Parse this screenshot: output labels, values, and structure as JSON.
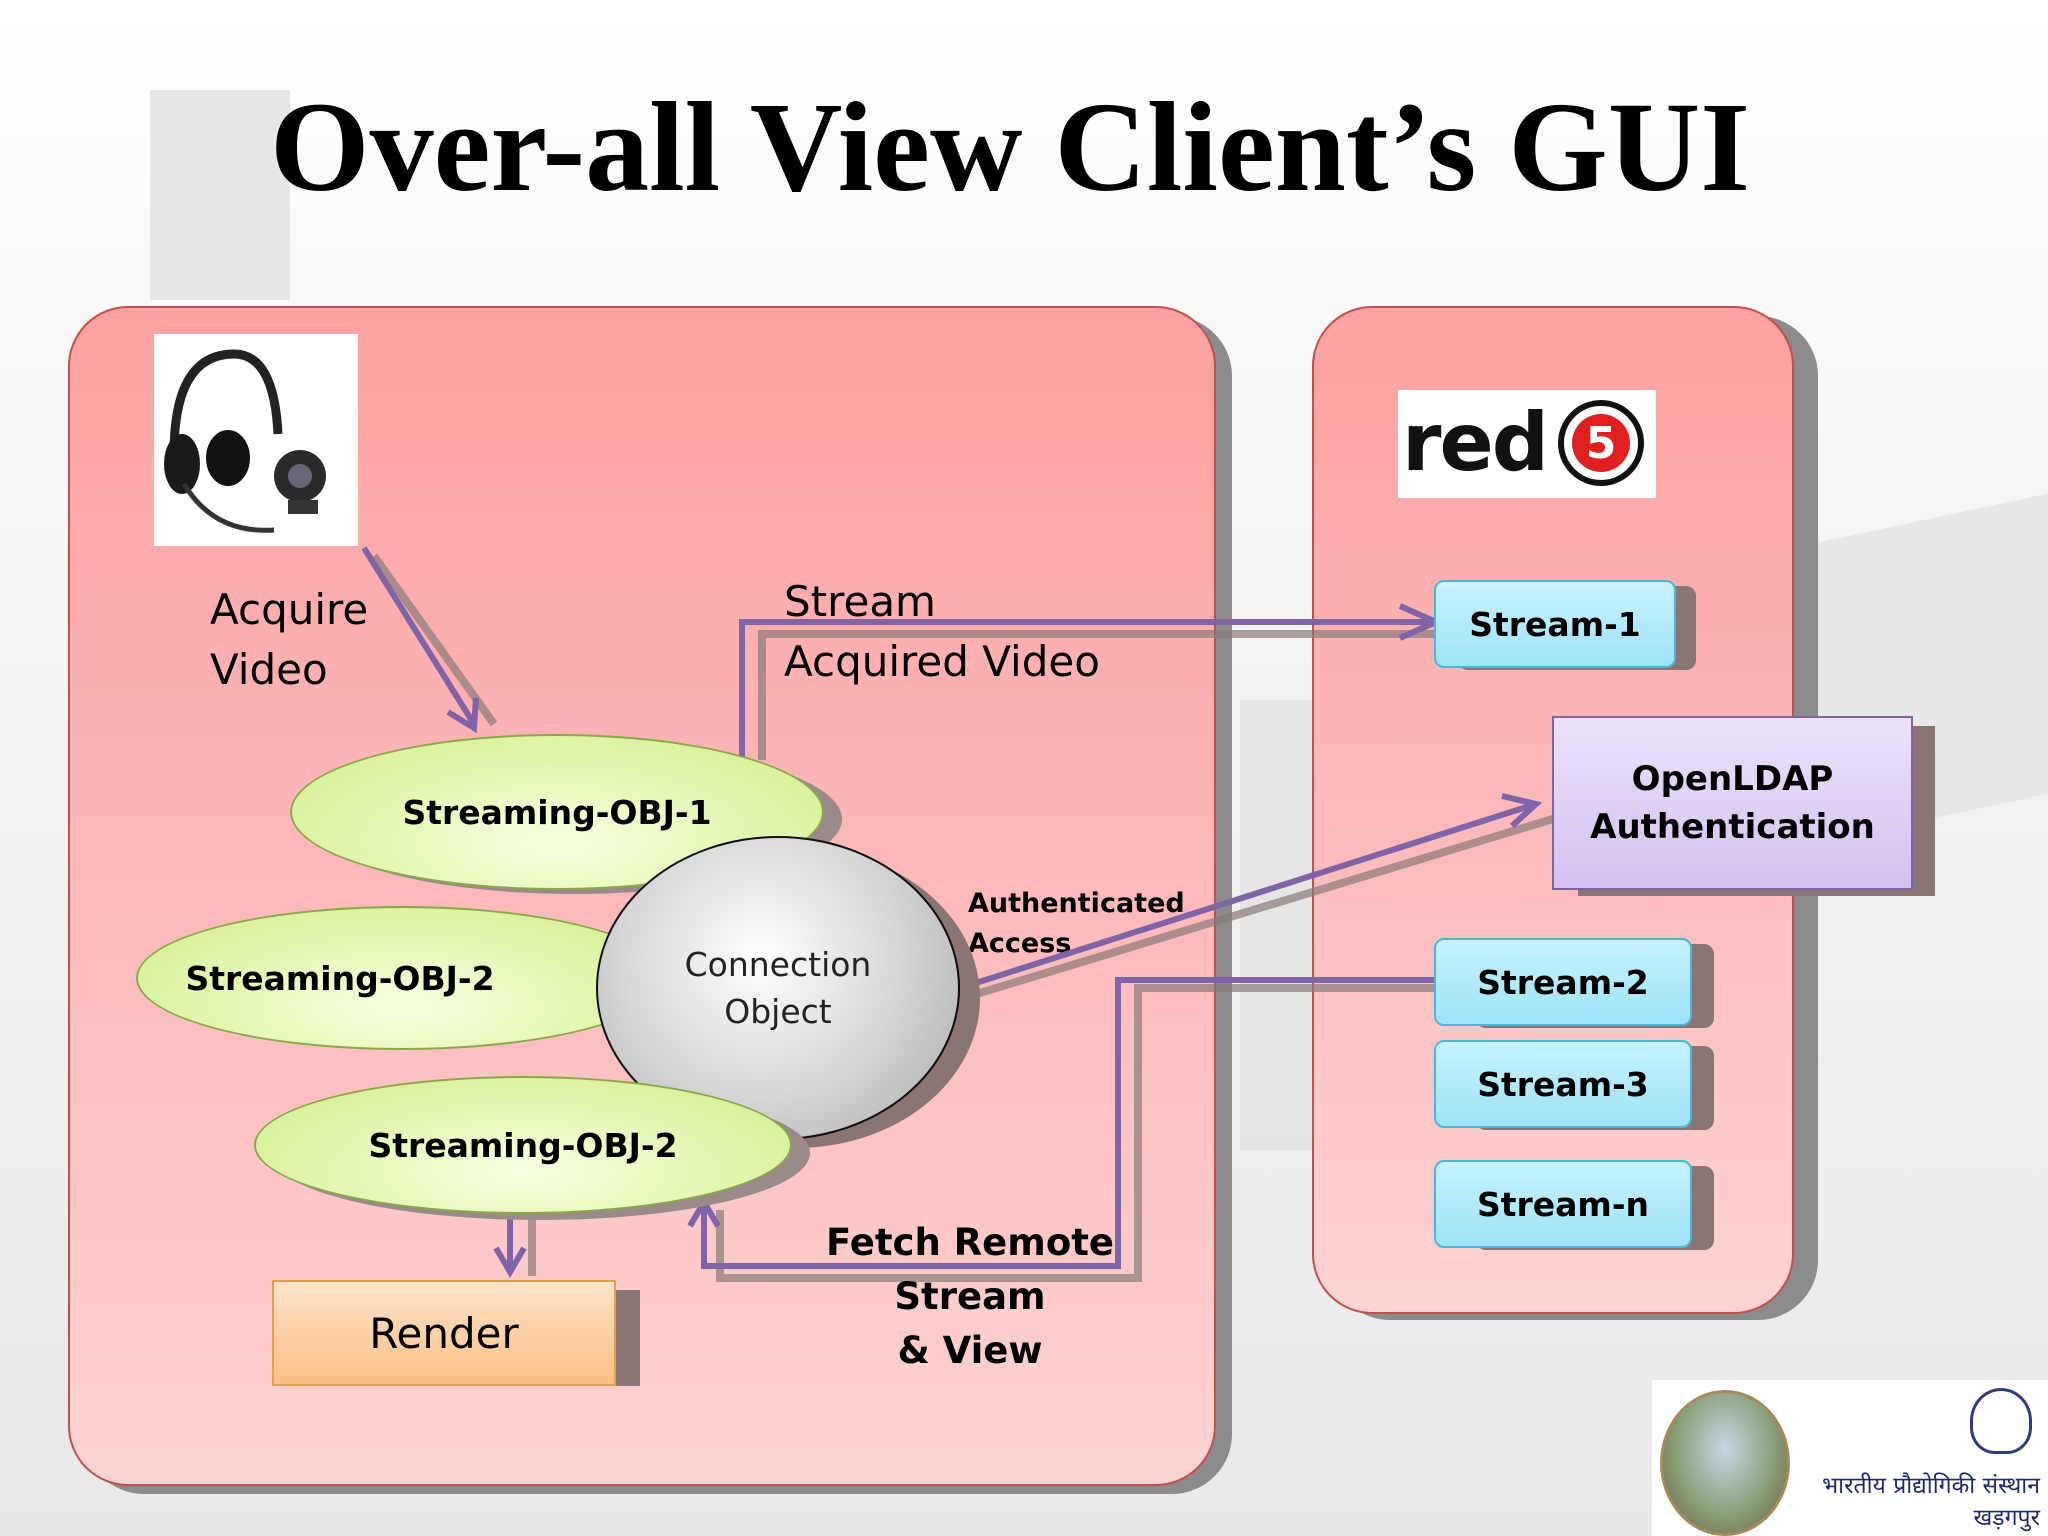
{
  "slide": {
    "title": "Over-all View Client’s GUI"
  },
  "client": {
    "acquire_label_1": "Acquire",
    "acquire_label_2": "Video",
    "stream_label_1": "Stream",
    "stream_label_2": "Acquired Video",
    "objects": [
      "Streaming-OBJ-1",
      "Streaming-OBJ-2",
      "Streaming-OBJ-2"
    ],
    "connection_1": "Connection",
    "connection_2": "Object",
    "auth_label_1": "Authenticated",
    "auth_label_2": "Access",
    "fetch_label_1": "Fetch Remote Stream",
    "fetch_label_2": "& View",
    "render": "Render"
  },
  "server": {
    "logo_text": "red",
    "logo_number": "5",
    "streams": [
      "Stream-1",
      "Stream-2",
      "Stream-3",
      "Stream-n"
    ],
    "auth_1": "OpenLDAP",
    "auth_2": "Authentication"
  },
  "institute": {
    "line_1": "भारतीय प्रौद्योगिकी संस्थान",
    "line_2": "खड़गपुर"
  },
  "colors": {
    "panel": "#fca1a1",
    "arrow": "#7f64a8",
    "stream_box": "#b9ecfb",
    "ldap_box": "#ded0f5",
    "render_box": "#fcd2a6",
    "ellipse": "#e6f8b8"
  }
}
